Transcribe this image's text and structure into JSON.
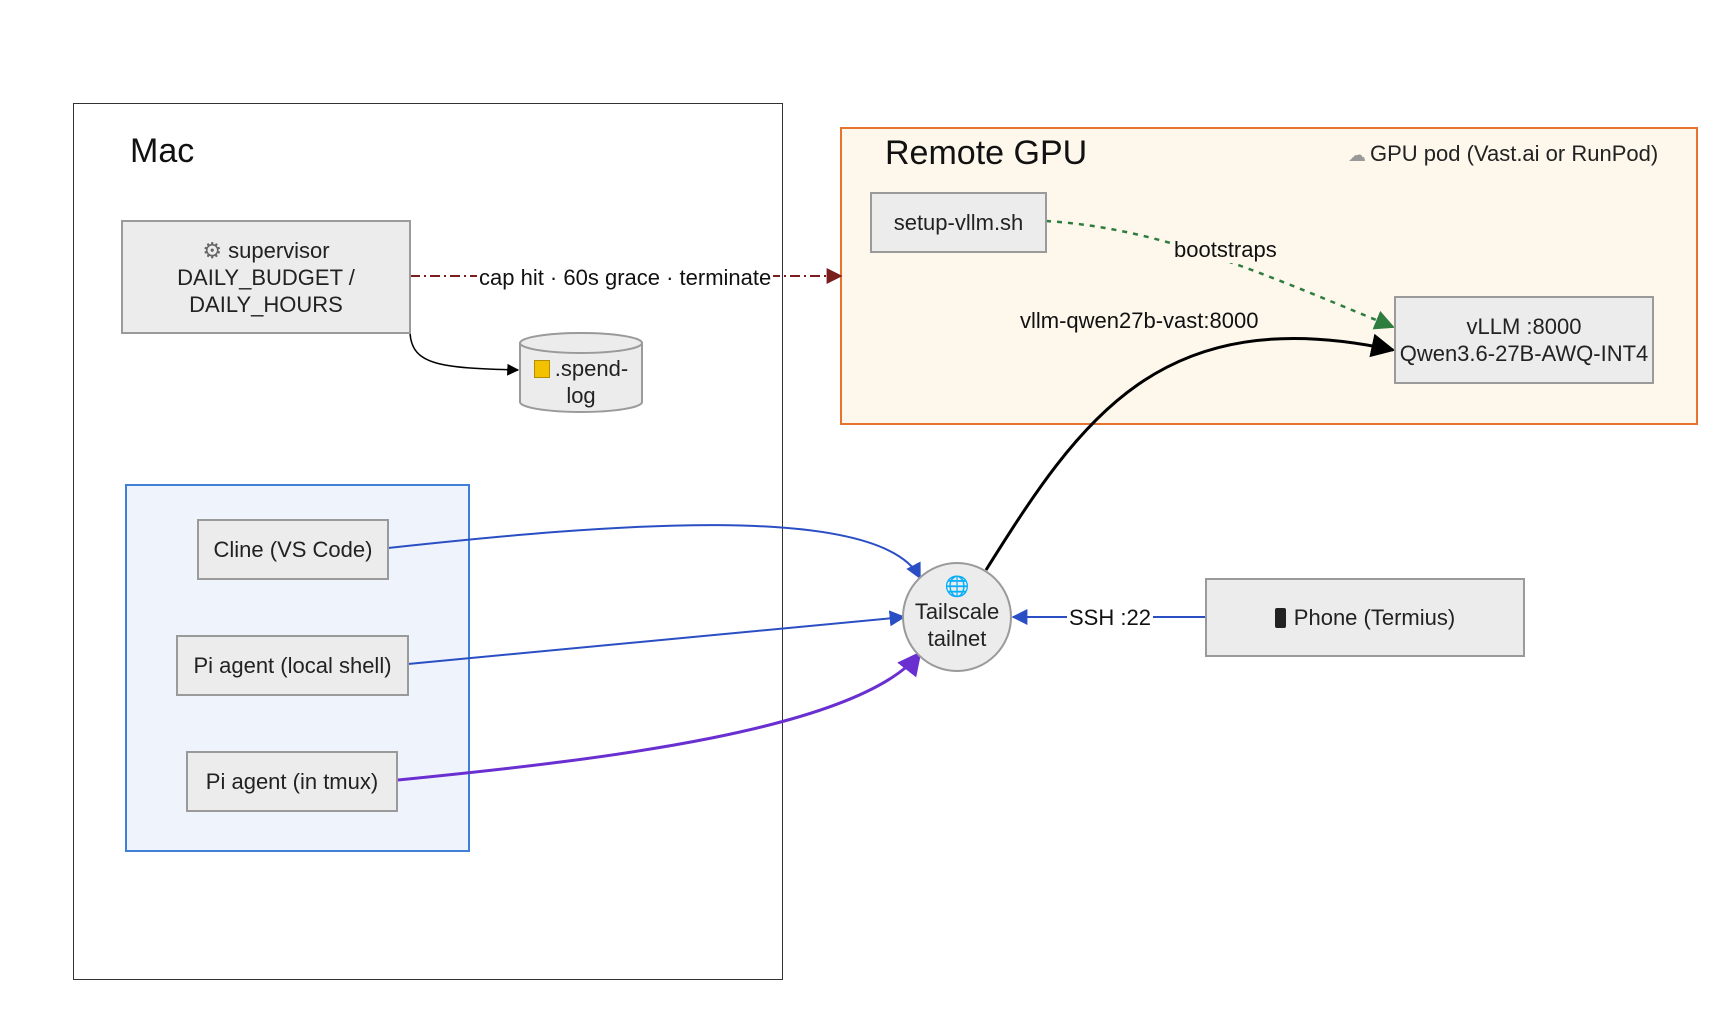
{
  "mac": {
    "title": "Mac",
    "supervisor": {
      "icon": "gear-icon",
      "line1": "supervisor",
      "line2": "DAILY_BUDGET /",
      "line3": "DAILY_HOURS"
    },
    "spend_log": {
      "icon": "notepad-icon",
      "line1": ".spend-",
      "line2": "log"
    },
    "clients": {
      "cline": "Cline (VS Code)",
      "pi_local": "Pi agent (local shell)",
      "pi_tmux": "Pi agent (in tmux)"
    }
  },
  "remote": {
    "title": "Remote GPU",
    "pod_label": "GPU pod (Vast.ai or RunPod)",
    "pod_icon": "cloud-icon",
    "setup": "setup-vllm.sh",
    "vllm": {
      "line1": "vLLM :8000",
      "line2": "Qwen3.6-27B-AWQ-INT4"
    }
  },
  "tailscale": {
    "icon": "globe-icon",
    "line1": "Tailscale",
    "line2": "tailnet"
  },
  "phone": {
    "icon": "mobile-phone-icon",
    "label": "Phone (Termius)"
  },
  "edges": {
    "cap": "cap hit · 60s grace · terminate",
    "bootstraps": "bootstraps",
    "vllm_route": "vllm-qwen27b-vast:8000",
    "ssh": "SSH :22"
  },
  "colors": {
    "mac_border": "#333333",
    "remote_border": "#e8732e",
    "remote_fill": "#fdf7ec",
    "clients_border": "#3f7fd6",
    "clients_fill": "#eff4fc",
    "node_fill": "#ececec",
    "node_border": "#9a9a9a",
    "blue_edge": "#2a4fc4",
    "purple_edge": "#6a2fd1",
    "green_edge": "#2e7d3e",
    "cap_edge": "#7a1d1d"
  }
}
